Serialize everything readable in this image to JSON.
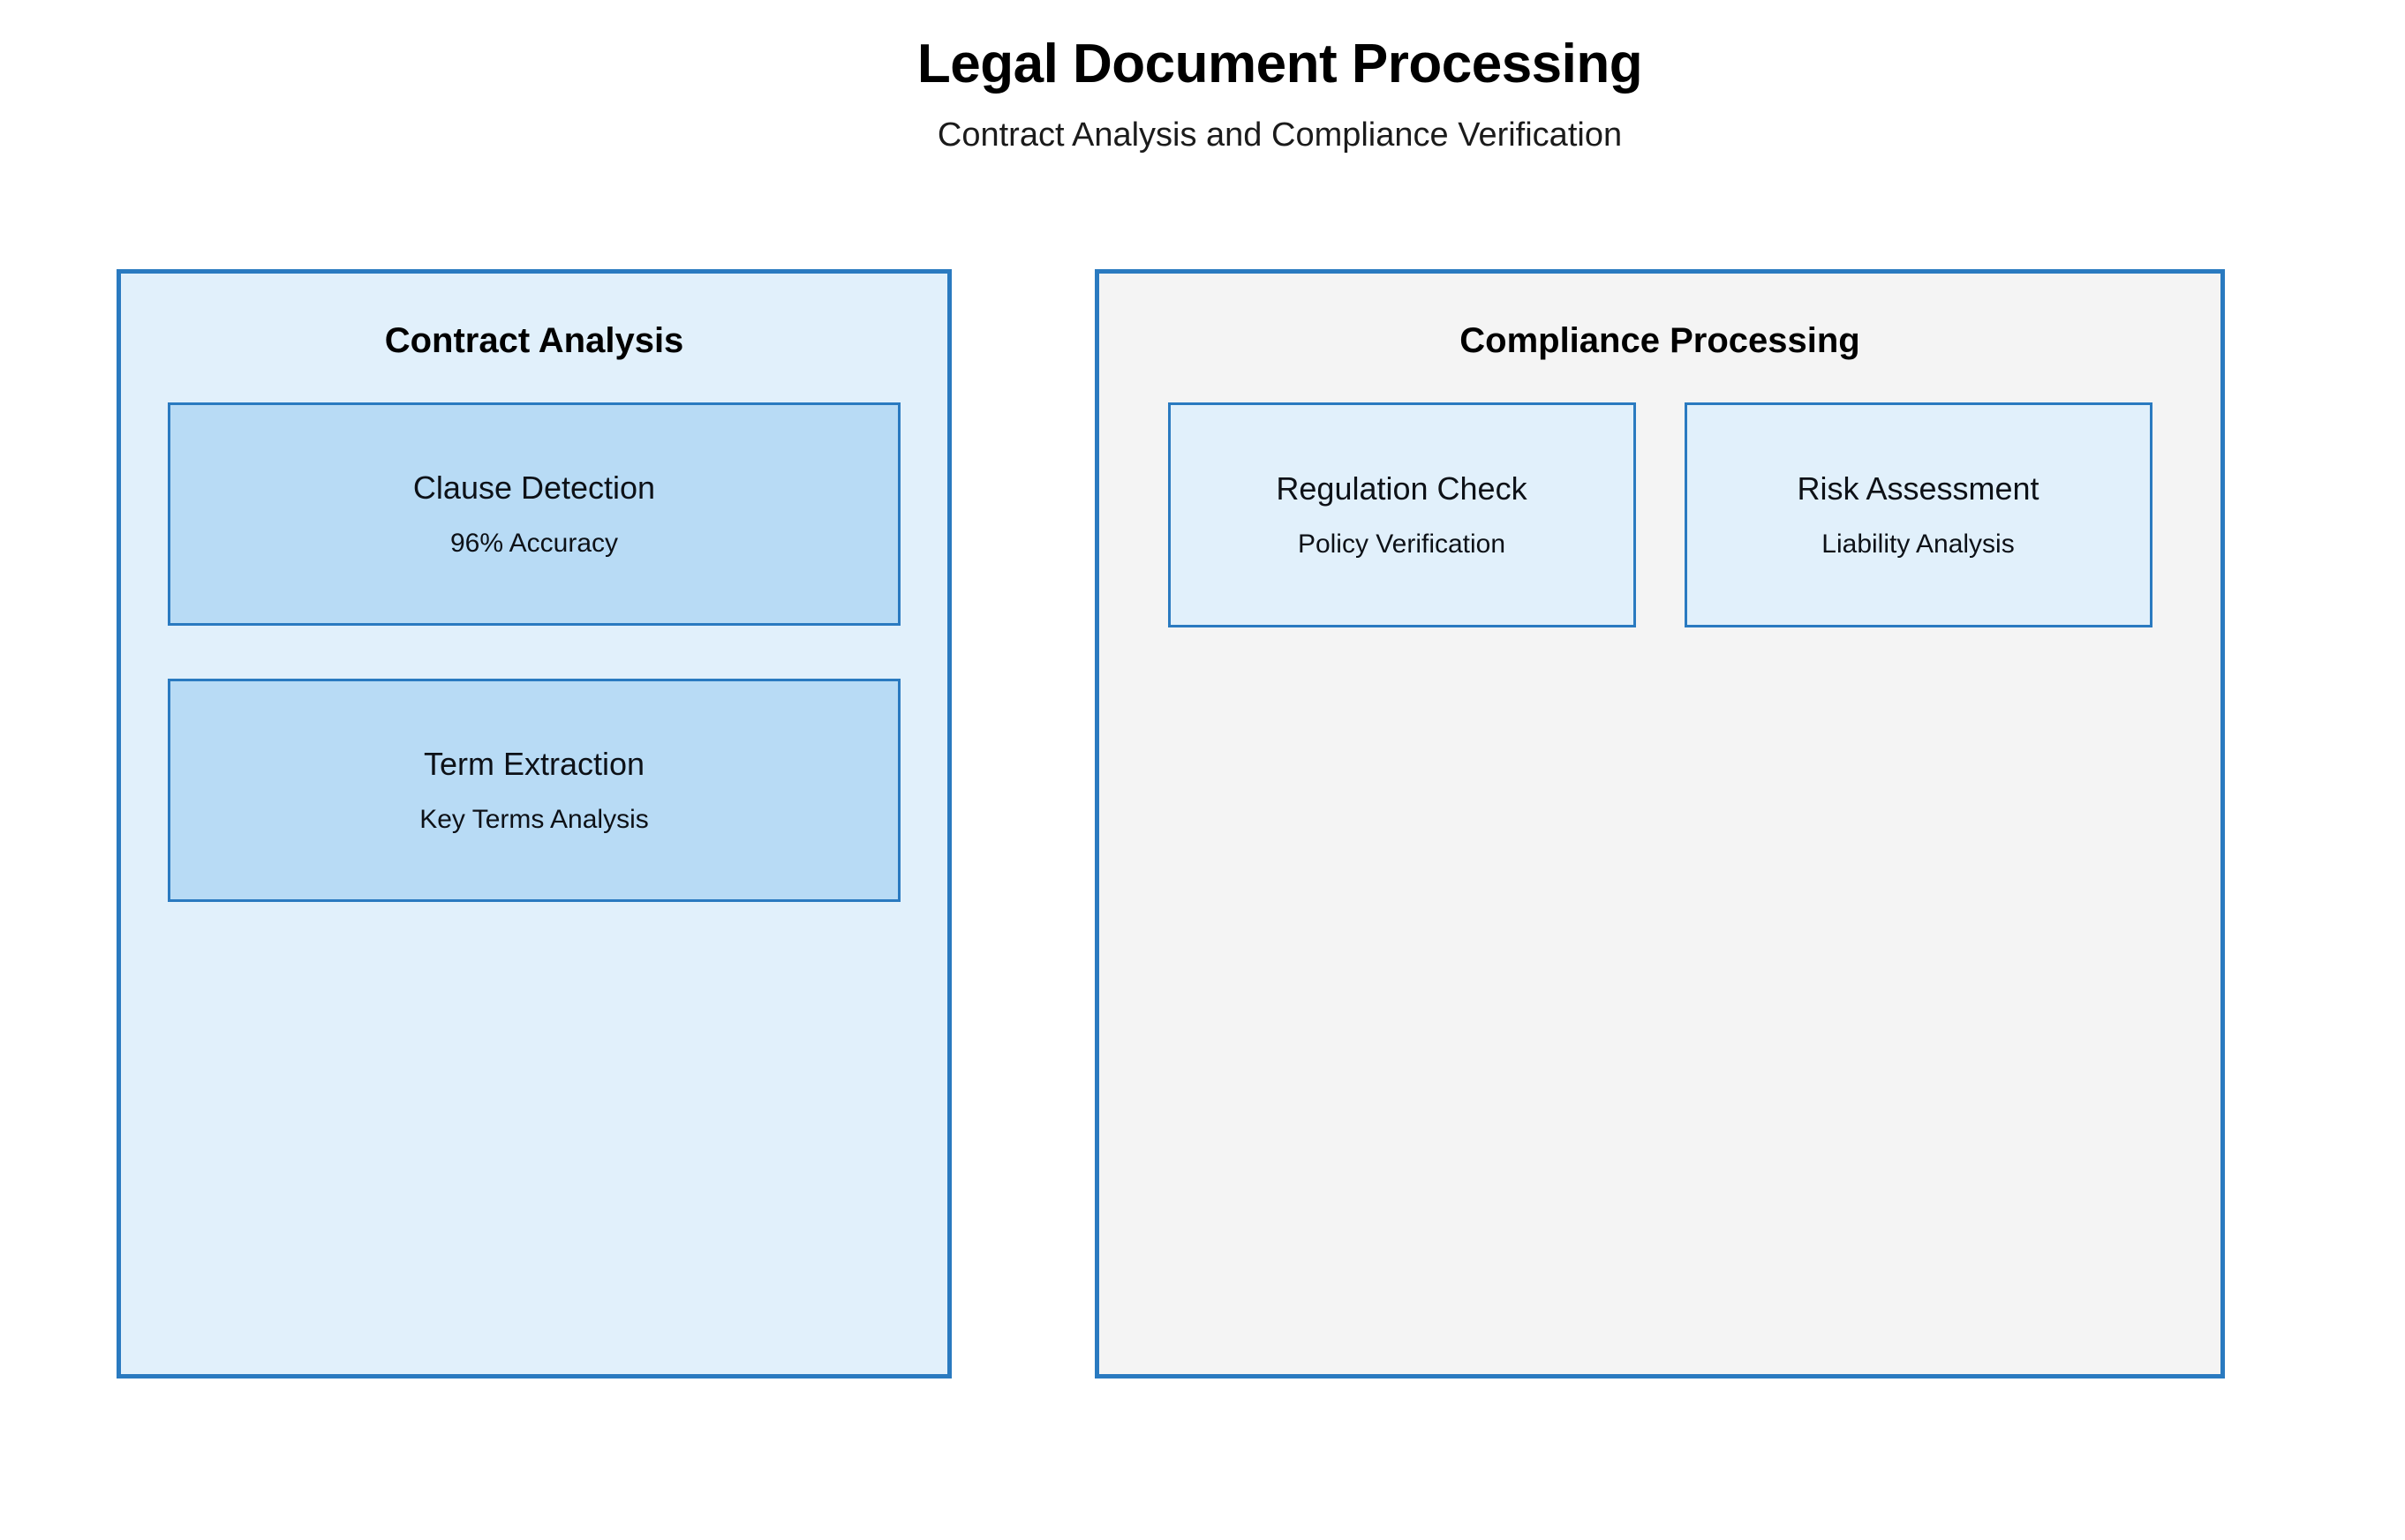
{
  "header": {
    "title": "Legal Document Processing",
    "subtitle": "Contract Analysis and Compliance Verification"
  },
  "theme": {
    "border_color": "#2a7ac0",
    "left_panel_fill": "#e1f0fb",
    "right_panel_fill": "#f4f4f4",
    "left_node_fill": "#b8dbf5",
    "right_node_fill": "#e1f0fb",
    "text_color": "#0d1117",
    "page_background": "#ffffff"
  },
  "panels": [
    {
      "id": "contract-analysis",
      "title": "Contract Analysis",
      "layout": "stack",
      "nodes": [
        {
          "id": "clause-detection",
          "title": "Clause Detection",
          "subtitle": "96% Accuracy"
        },
        {
          "id": "term-extraction",
          "title": "Term Extraction",
          "subtitle": "Key Terms Analysis"
        }
      ]
    },
    {
      "id": "compliance-processing",
      "title": "Compliance Processing",
      "layout": "row",
      "nodes": [
        {
          "id": "regulation-check",
          "title": "Regulation Check",
          "subtitle": "Policy Verification"
        },
        {
          "id": "risk-assessment",
          "title": "Risk Assessment",
          "subtitle": "Liability Analysis"
        }
      ]
    }
  ]
}
